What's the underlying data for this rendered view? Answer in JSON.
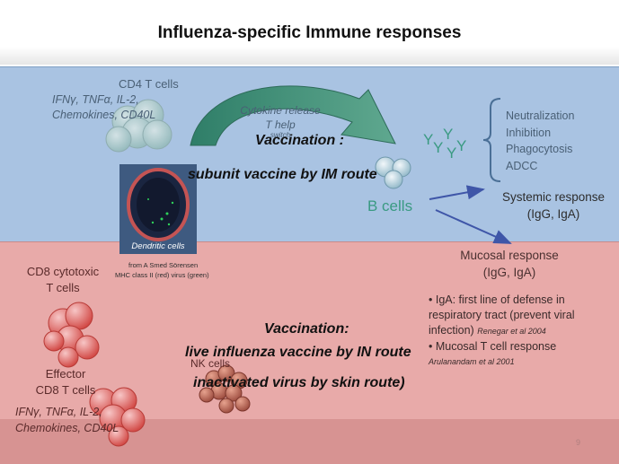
{
  "title": "Influenza-specific Immune responses",
  "cd4": {
    "label": "CD4 T cells",
    "cytokines_line1": "IFNγ, TNFα, IL-2,",
    "cytokines_line2": "Chemokines, CD40L"
  },
  "arrow_text": {
    "line1": "Cytokine release",
    "line2": "T help",
    "line3": "switch"
  },
  "vaccination_im": {
    "line1": "Vaccination :",
    "line2": "subunit vaccine by IM  route"
  },
  "dendritic": {
    "label": "Dendritic cells",
    "credit1": "from A Smed Sörensen",
    "credit2": "MHC class II (red) virus (green)"
  },
  "b_cells": "B cells",
  "antibody_functions": [
    "Neutralization",
    "Inhibition",
    "Phagocytosis",
    "ADCC"
  ],
  "systemic": {
    "line1": "Systemic response",
    "line2": "(IgG, IgA)"
  },
  "mucosal": {
    "line1": "Mucosal response",
    "line2": "(IgG, IgA)"
  },
  "bullets": {
    "b1_line1": "• IgA: first line of defense in",
    "b1_line2": "respiratory tract (prevent viral",
    "b1_line3": "infection)",
    "b1_ref": "Renegar et al 2004",
    "b2": "• Mucosal T cell response",
    "b2_ref": "Arulanandam  et al 2001"
  },
  "cd8": {
    "line1": "CD8 cytotoxic",
    "line2": "T cells"
  },
  "effector": {
    "line1": "Effector",
    "line2": "CD8 T cells",
    "cytokines_line1": "IFNγ, TNFα, IL-2,",
    "cytokines_line2": "Chemokines, CD40L"
  },
  "nk_cells": "NK cells",
  "vaccination_in": {
    "line1": "Vaccination:",
    "line2": "live influenza vaccine by IN route",
    "line3": "inactivated virus by skin route)"
  },
  "page_number": "9",
  "colors": {
    "blue_panel": "#a9c3e2",
    "pink_panel": "#e8aaa9",
    "teal": "#3a9a82",
    "arrow_blue": "#3f56a8"
  }
}
